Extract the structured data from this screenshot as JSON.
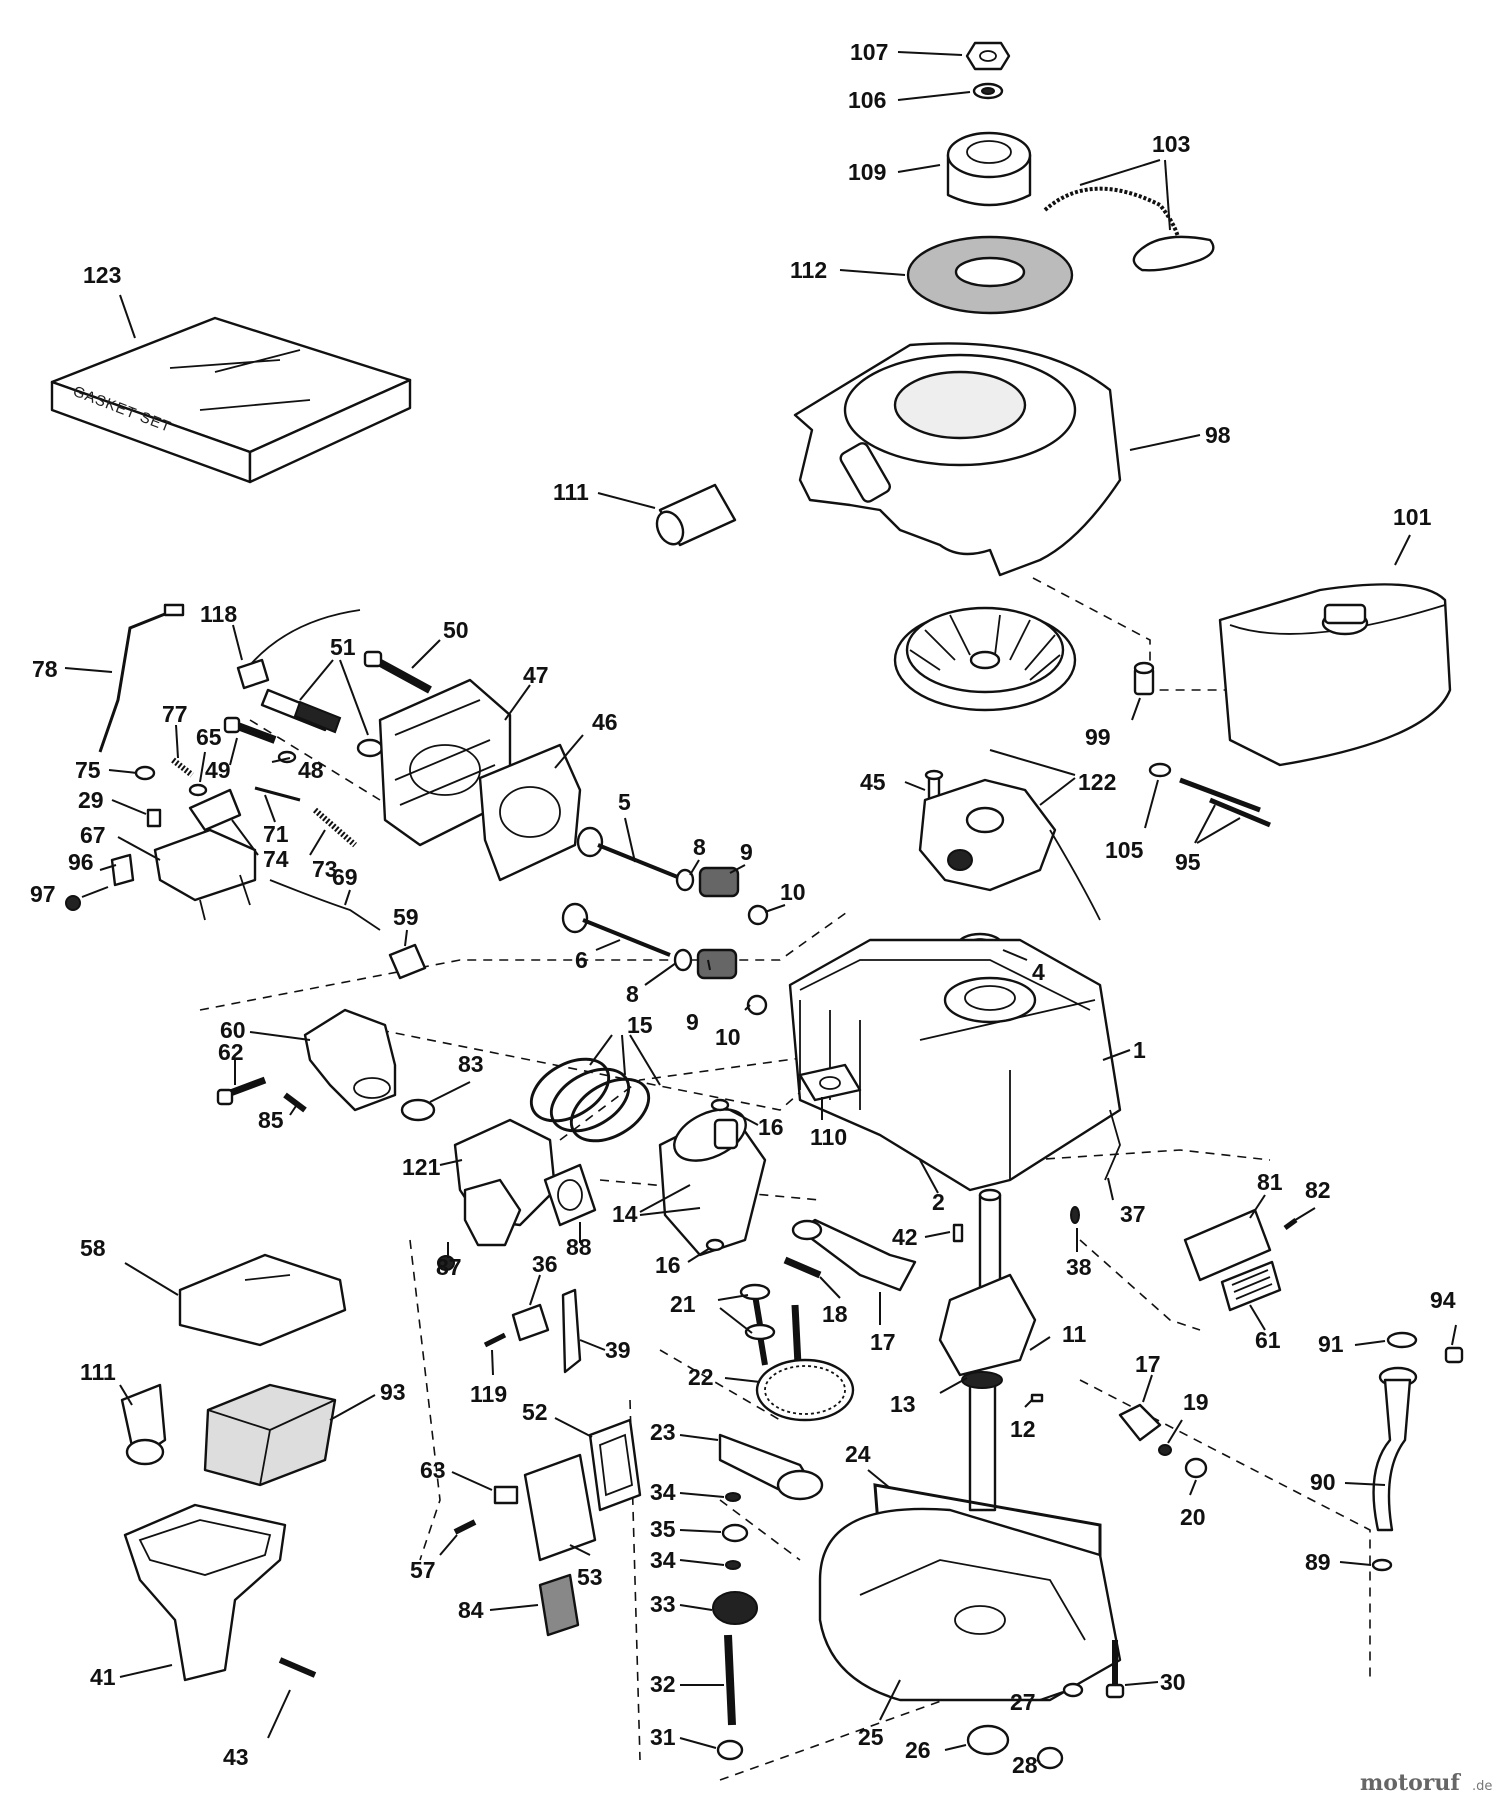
{
  "watermark": {
    "name": "motoruf",
    "tld": ".de"
  },
  "gasket_box_text": "GASKET SET",
  "callouts": {
    "c107": "107",
    "c106": "106",
    "c109": "109",
    "c103": "103",
    "c112": "112",
    "c123": "123",
    "c98": "98",
    "c111a": "111",
    "c101": "101",
    "c118": "118",
    "c50": "50",
    "c78": "78",
    "c51": "51",
    "c47": "47",
    "c46": "46",
    "c99": "99",
    "c77": "77",
    "c65": "65",
    "c75": "75",
    "c49": "49",
    "c48": "48",
    "c45": "45",
    "c122": "122",
    "c29": "29",
    "c5": "5",
    "c71": "71",
    "c105": "105",
    "c95": "95",
    "c67": "67",
    "c74": "74",
    "c73": "73",
    "c8a": "8",
    "c9a": "9",
    "c10a": "10",
    "c96": "96",
    "c97": "97",
    "c69": "69",
    "c6": "6",
    "c4": "4",
    "c59": "59",
    "c8b": "8",
    "c9b": "9",
    "c10b": "10",
    "c60": "60",
    "c15": "15",
    "c1": "1",
    "c62": "62",
    "c83": "83",
    "c16a": "16",
    "c85": "85",
    "c110": "110",
    "c121": "121",
    "c81": "81",
    "c82": "82",
    "c2": "2",
    "c14": "14",
    "c42": "42",
    "c37": "37",
    "c58": "58",
    "c87": "87",
    "c88": "88",
    "c16b": "16",
    "c38": "38",
    "c36": "36",
    "c61": "61",
    "c21": "21",
    "c18": "18",
    "c94": "94",
    "c17a": "17",
    "c11": "11",
    "c91": "91",
    "c39": "39",
    "c111b": "111",
    "c93": "93",
    "c22": "22",
    "c17b": "17",
    "c119": "119",
    "c13": "13",
    "c19": "19",
    "c52": "52",
    "c12": "12",
    "c23": "23",
    "c24": "24",
    "c90": "90",
    "c63": "63",
    "c34a": "34",
    "c20": "20",
    "c35": "35",
    "c57": "57",
    "c53": "53",
    "c34b": "34",
    "c89": "89",
    "c84": "84",
    "c33": "33",
    "c41": "41",
    "c32": "32",
    "c30": "30",
    "c43": "43",
    "c27": "27",
    "c31": "31",
    "c26": "26",
    "c25": "25",
    "c28": "28"
  }
}
